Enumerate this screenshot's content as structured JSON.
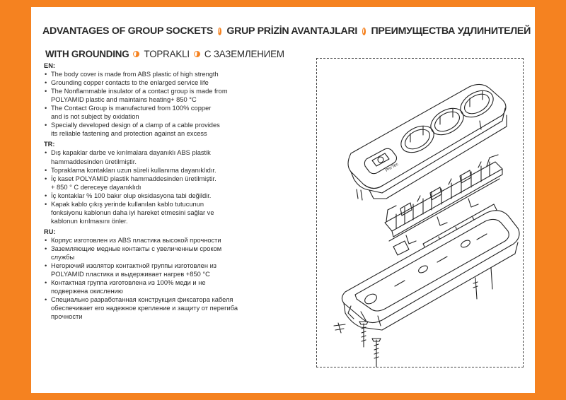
{
  "header": {
    "en": "ADVANTAGES OF GROUP SOCKETS",
    "tr": "GRUP PRİZİN AVANTAJLARI",
    "ru": "ПРЕИМУЩЕСТВА УДЛИНИТЕЛЕЙ"
  },
  "subheader": {
    "en": "WITH GROUNDING",
    "tr": "TOPRAKLI",
    "ru": "С ЗАЗЕМЛЕНИЕМ"
  },
  "sections": {
    "en": {
      "label": "EN:",
      "lines": [
        "The body cover is made from ABS plastic of high strength",
        "Grounding copper contacts to the enlarged service life",
        "The Nonflammable insulator of a contact group is made from",
        "POLYAMID plastic and maintains heating+  850 °C",
        "The Contact Group is manufactured from 100% copper",
        "and is not subject by oxidation",
        "Specially developed design of a clamp of a cable provides",
        "its reliable fastening and protection against an excess"
      ]
    },
    "tr": {
      "label": "TR:",
      "lines": [
        "Dış kapaklar darbe ve kırılmalara dayanıklı ABS plastik",
        "hammaddesinden üretilmiştir.",
        "Topraklama kontakları uzun süreli kullanıma dayanıklıdır.",
        "İç kaset POLYAMID plastik hammaddesinden üretilmiştir.",
        "+ 850 ° C dereceye dayanıklıdı",
        "İç kontaklar % 100 bakır olup oksidasyona tabi değildir.",
        "Kapak kablo çıkış yerinde kullanılan kablo tutucunun",
        "fonksiyonu kablonun daha iyi hareket etmesini sağlar ve",
        "kablonun kırılmasını önler."
      ]
    },
    "ru": {
      "label": "RU:",
      "lines": [
        "Корпус изготовлен из ABS пластика высокой прочности",
        "Заземляющие медные контакты с увеличенным  сроком",
        "службы",
        "Негорючий изолятор контактной группы изготовлен  из",
        "POLYAMID пластика и выдерживает нагрев +850 °C",
        "Контактная группа изготовлена из 100% меди и не",
        "подвержена окислению",
        "Специально разработанная конструкция фиксатора кабеля",
        "обеспечивает его надежное крепление и защиту от перегиба",
        "прочности"
      ]
    }
  },
  "illustration": {
    "brand": "Pro'Tec",
    "icon": "exploded-power-strip-drawing"
  },
  "colors": {
    "border": "#f58220",
    "accent": "#f58220",
    "text": "#2a2a2a"
  }
}
